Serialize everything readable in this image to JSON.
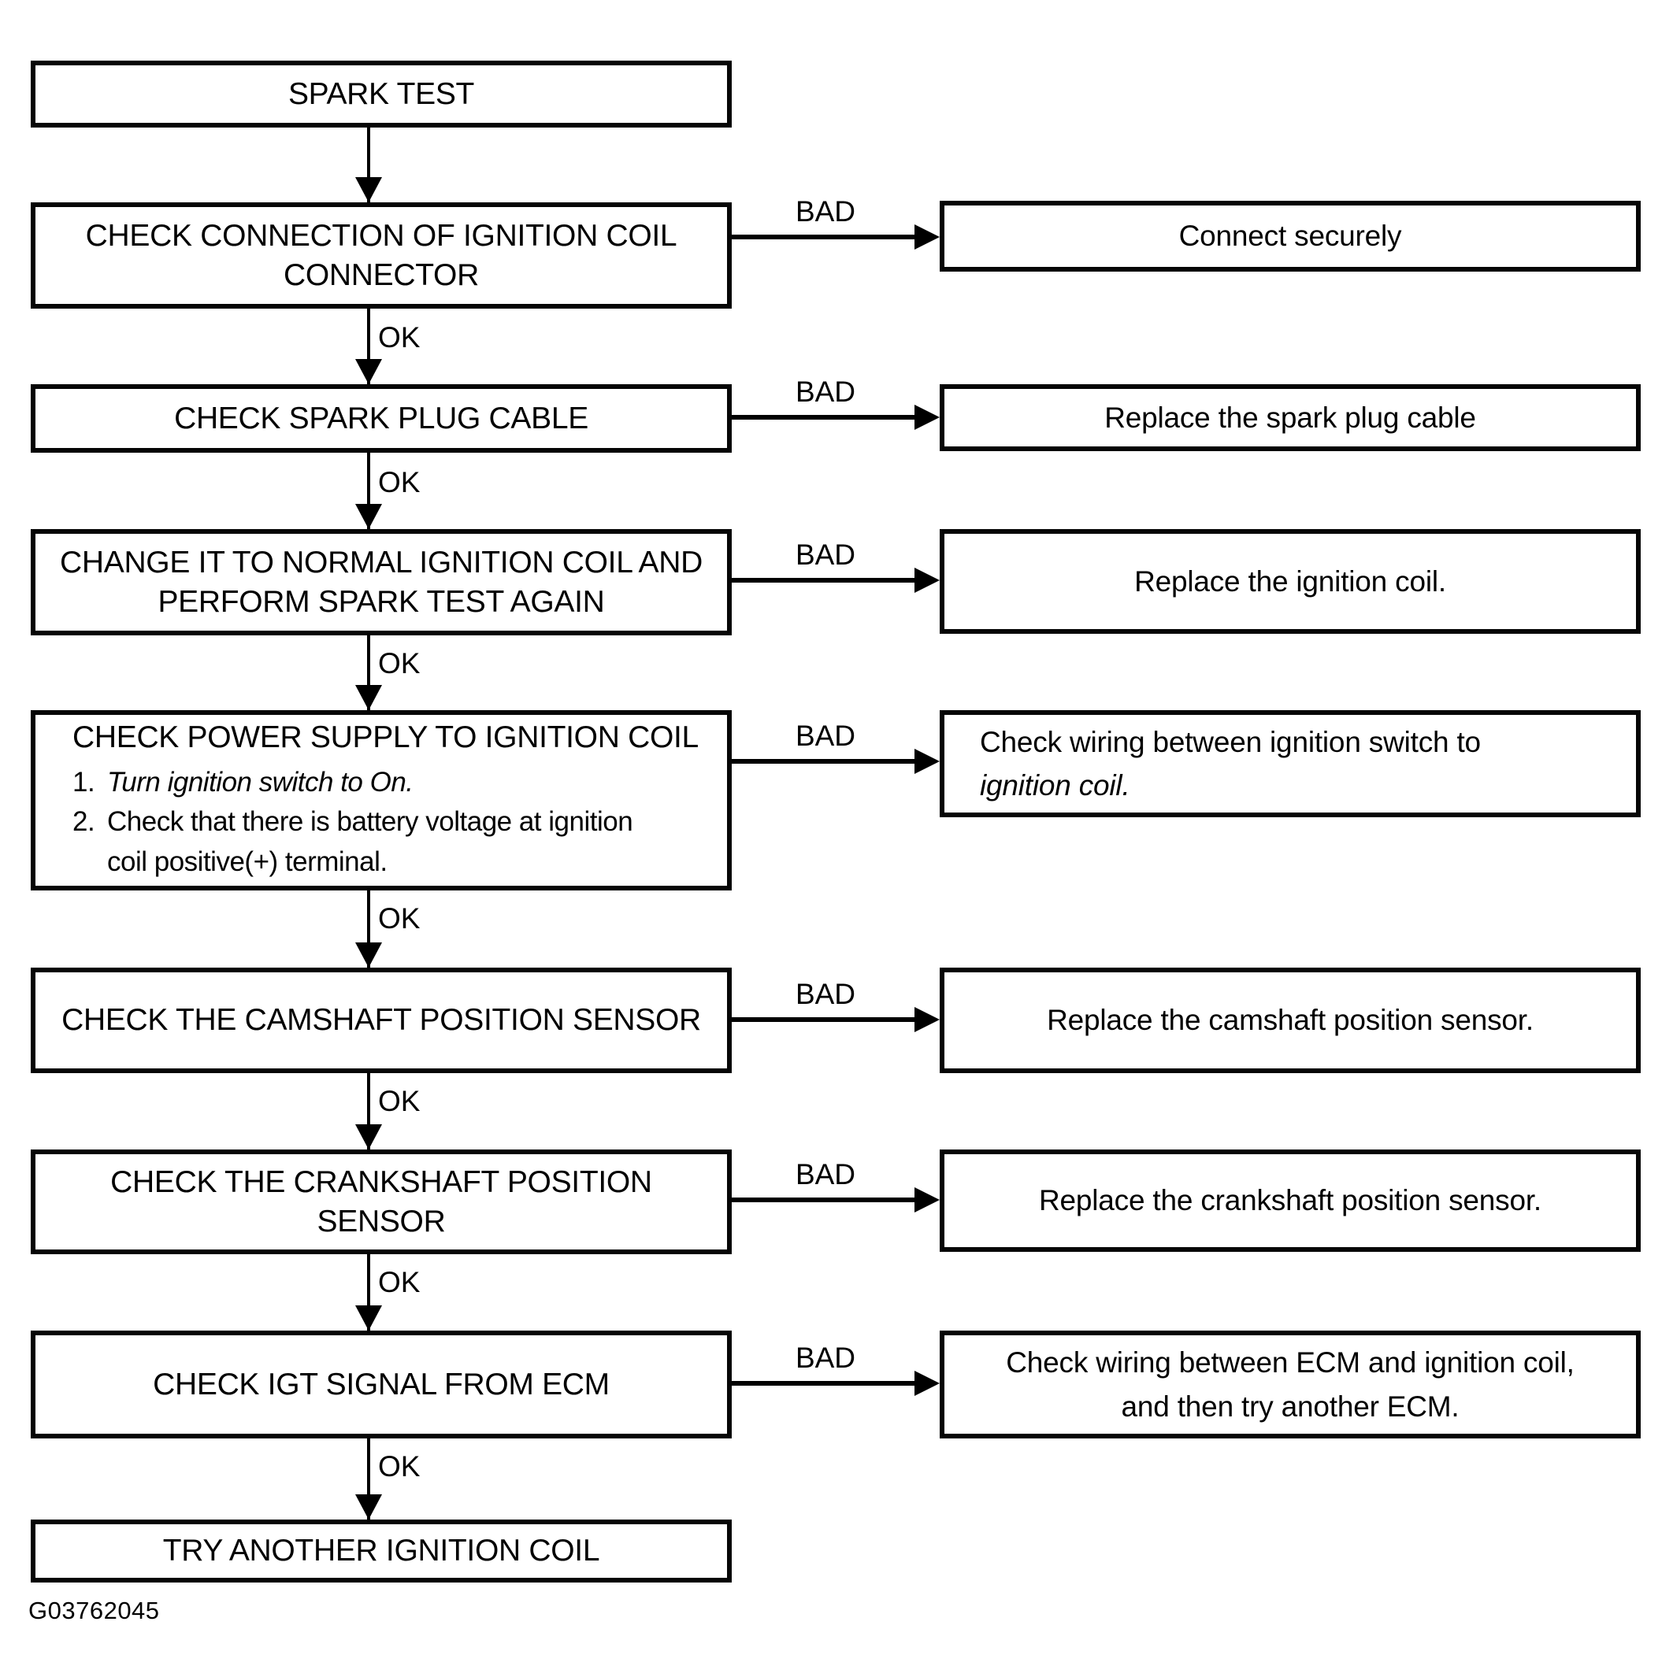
{
  "colors": {
    "ink": "#000000",
    "background": "#ffffff"
  },
  "labels": {
    "ok": "OK",
    "bad": "BAD"
  },
  "figure_id": "G03762045",
  "left_boxes": [
    {
      "lines": [
        "SPARK TEST"
      ]
    },
    {
      "lines": [
        "CHECK CONNECTION OF IGNITION COIL",
        "CONNECTOR"
      ]
    },
    {
      "lines": [
        "CHECK SPARK PLUG CABLE"
      ]
    },
    {
      "lines": [
        "CHANGE IT TO NORMAL IGNITION COIL AND",
        "PERFORM SPARK TEST AGAIN"
      ]
    },
    {
      "heading": "CHECK POWER SUPPLY TO IGNITION COIL",
      "list": [
        {
          "num": "1.",
          "text": "Turn ignition switch to On.",
          "italic": true
        },
        {
          "num": "2.",
          "text": "Check that there is battery voltage at ignition",
          "italic": false
        },
        {
          "num": "",
          "text": "coil positive(+) terminal.",
          "italic": false
        }
      ]
    },
    {
      "lines": [
        "CHECK THE CAMSHAFT POSITION SENSOR"
      ]
    },
    {
      "lines": [
        "CHECK THE CRANKSHAFT POSITION",
        "SENSOR"
      ]
    },
    {
      "lines": [
        "CHECK IGT SIGNAL FROM ECM"
      ]
    },
    {
      "lines": [
        "TRY ANOTHER IGNITION COIL"
      ]
    }
  ],
  "right_boxes": [
    {
      "lines": [
        "Connect securely"
      ]
    },
    {
      "lines": [
        "Replace the spark plug cable"
      ]
    },
    {
      "lines": [
        "Replace the ignition coil."
      ]
    },
    {
      "lines": [
        "Check wiring between ignition switch to",
        "ignition coil."
      ],
      "italic_line": 1
    },
    {
      "lines": [
        "Replace the camshaft position sensor."
      ]
    },
    {
      "lines": [
        "Replace the crankshaft position sensor."
      ]
    },
    {
      "lines": [
        "Check wiring between ECM and ignition coil,",
        "and then try another ECM."
      ]
    }
  ]
}
